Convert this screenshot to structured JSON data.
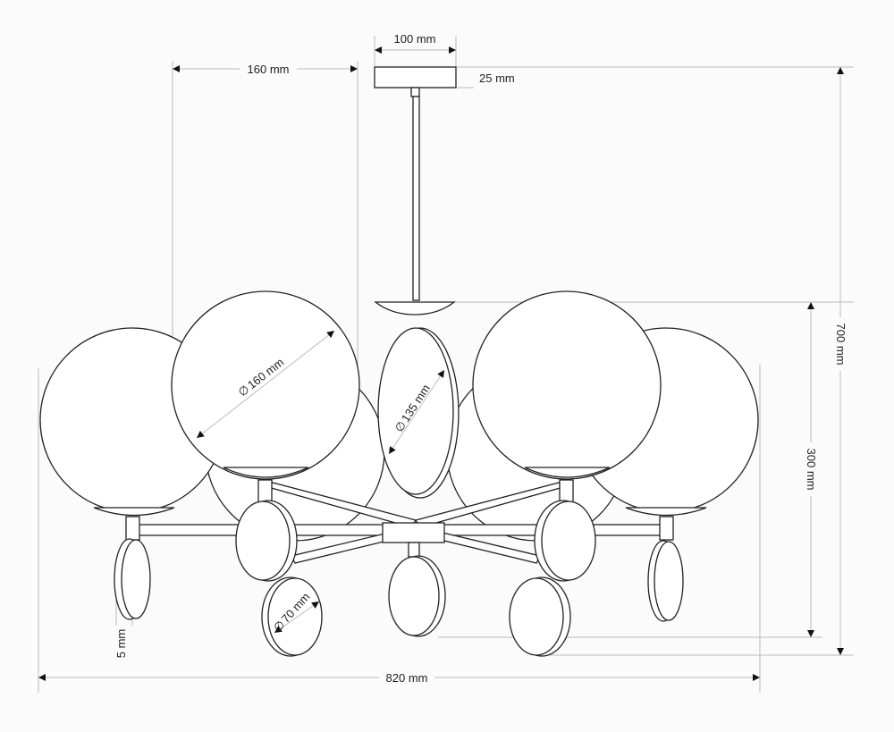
{
  "title": "Chandelier dimension drawing",
  "dimensions": {
    "canopy_width": "100 mm",
    "canopy_height": "25 mm",
    "arm_spacing": "160 mm",
    "total_height": "700 mm",
    "body_height": "300 mm",
    "total_width": "820 mm",
    "globe_diameter": "160 mm",
    "center_disc_diameter": "135 mm",
    "small_disc_diameter": "70 mm",
    "disc_thickness": "5 mm",
    "diameter_symbol": "∅"
  }
}
